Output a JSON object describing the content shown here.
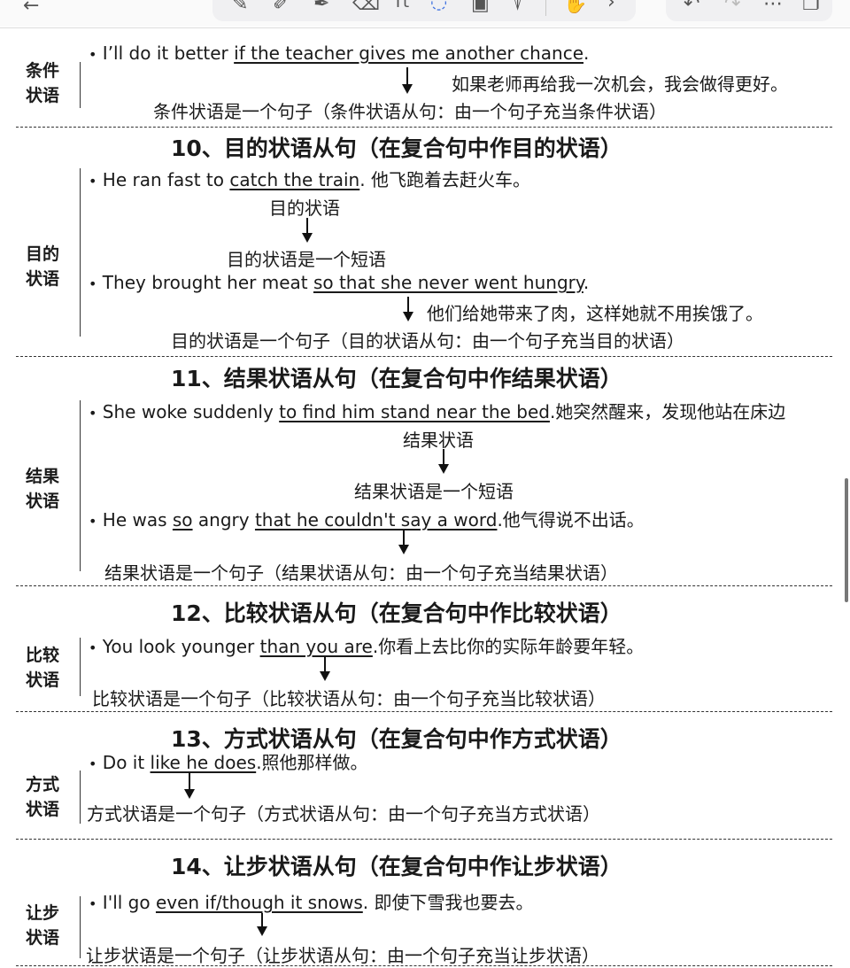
{
  "toolbar": {
    "icons": [
      "back-arrow-icon",
      "pen-icon",
      "marker-icon",
      "highlighter-icon",
      "eraser-icon",
      "text-tool-icon",
      "lasso-icon",
      "image-icon",
      "mic-icon",
      "hand-icon",
      "chevron-right-icon",
      "undo-icon",
      "redo-icon",
      "more-icon",
      "pages-icon"
    ],
    "glyphs": {
      "back": "←",
      "pen": "✎",
      "marker": "✐",
      "highlighter": "✒",
      "eraser": "⌫",
      "text": "Tt",
      "lasso": "◌",
      "image": "▣",
      "mic": "⍒",
      "hand": "✋",
      "chevron": "›",
      "undo": "↶",
      "redo": "↷",
      "more": "⋯",
      "pages": "❐"
    }
  },
  "sections": {
    "s9": {
      "label1": "条件",
      "label2": "状语",
      "ex1_pre": "I’ll do it better ",
      "ex1_u": "if the teacher gives me another chance",
      "ex1_post": ".",
      "ex1_zh": "如果老师再给我一次机会，我会做得更好。",
      "note": "条件状语是一个句子（条件状语从句：由一个句子充当条件状语）"
    },
    "s10": {
      "heading": "10、目的状语从句（在复合句中作目的状语）",
      "label1": "目的",
      "label2": "状语",
      "ex1_pre": "He ran fast to ",
      "ex1_u": "catch the train",
      "ex1_post": ". 他飞跑着去赶火车。",
      "ex1_mid": "目的状语",
      "ex1_note": "目的状语是一个短语",
      "ex2_pre": "They brought her meat ",
      "ex2_u": "so that she never went hungry",
      "ex2_post": ".",
      "ex2_zh": "他们给她带来了肉，这样她就不用挨饿了。",
      "note": "目的状语是一个句子（目的状语从句：由一个句子充当目的状语）"
    },
    "s11": {
      "heading": "11、结果状语从句（在复合句中作结果状语）",
      "label1": "结果",
      "label2": "状语",
      "ex1_pre": "She woke suddenly ",
      "ex1_u": "to find him stand near the bed",
      "ex1_post": ".她突然醒来，发现他站在床边",
      "ex1_mid": "结果状语",
      "ex1_note": "结果状语是一个短语",
      "ex2_pre": "He was ",
      "ex2_u1": "so",
      "ex2_mid": " angry ",
      "ex2_u2": "that he couldn't say a word",
      "ex2_post": ".他气得说不出话。",
      "note": "结果状语是一个句子（结果状语从句：由一个句子充当结果状语）"
    },
    "s12": {
      "heading": "12、比较状语从句（在复合句中作比较状语）",
      "label1": "比较",
      "label2": "状语",
      "ex1_pre": "You look younger ",
      "ex1_u": "than you are",
      "ex1_post": ".你看上去比你的实际年龄要年轻。",
      "note": "比较状语是一个句子（比较状语从句：由一个句子充当比较状语）"
    },
    "s13": {
      "heading": "13、方式状语从句（在复合句中作方式状语）",
      "label1": "方式",
      "label2": "状语",
      "ex1_pre": "Do it ",
      "ex1_u": "like he does",
      "ex1_post": ".照他那样做。",
      "note": "方式状语是一个句子（方式状语从句：由一个句子充当方式状语）"
    },
    "s14": {
      "heading": "14、让步状语从句（在复合句中作让步状语）",
      "label1": "让步",
      "label2": "状语",
      "ex1_pre": "I'll go ",
      "ex1_u": "even if/though it snows",
      "ex1_post": ". 即使下雪我也要去。",
      "note": "让步状语是一个句子（让步状语从句：由一个句子充当让步状语）"
    }
  }
}
